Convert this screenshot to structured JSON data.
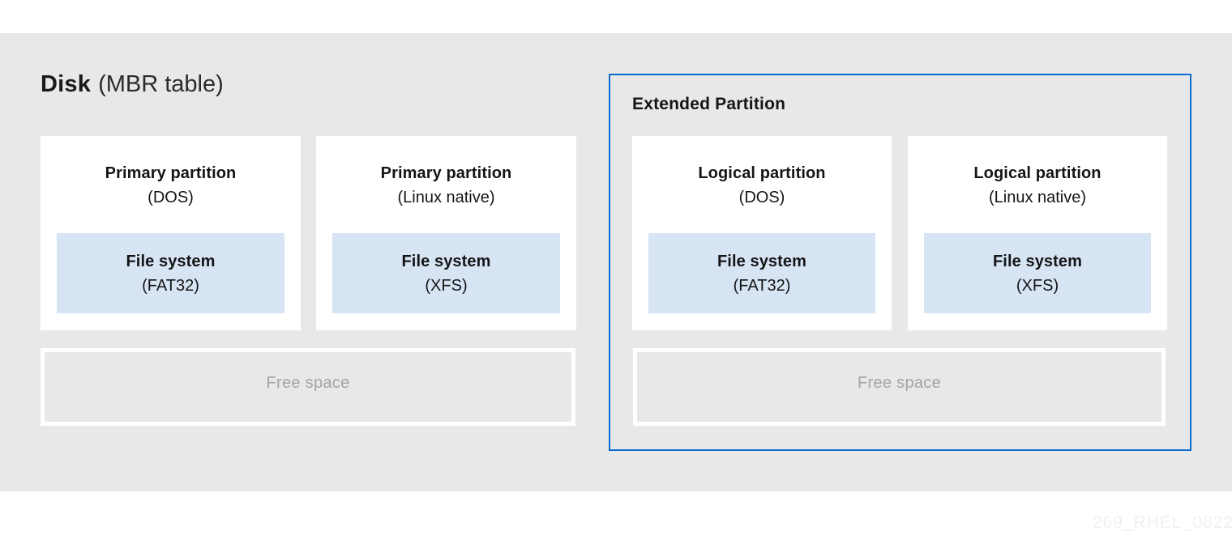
{
  "title": {
    "bold": "Disk",
    "rest": "(MBR table)"
  },
  "extended": {
    "label": "Extended Partition"
  },
  "partitions": [
    {
      "name": "Primary partition",
      "type": "(DOS)",
      "fs_label": "File system",
      "fs_type": "(FAT32)"
    },
    {
      "name": "Primary partition",
      "type": "(Linux native)",
      "fs_label": "File system",
      "fs_type": "(XFS)"
    },
    {
      "name": "Logical partition",
      "type": "(DOS)",
      "fs_label": "File system",
      "fs_type": "(FAT32)"
    },
    {
      "name": "Logical partition",
      "type": "(Linux native)",
      "fs_label": "File system",
      "fs_type": "(XFS)"
    }
  ],
  "free_space": {
    "left_label": "Free space",
    "right_label": "Free space"
  },
  "watermark": "269_RHEL_0822",
  "colors": {
    "background": "#e8e8e8",
    "card": "#ffffff",
    "filesystem": "#d6e4f4",
    "extended_border": "#0d6ccf",
    "text": "#151515",
    "muted": "#a4a4a4",
    "watermark": "#f0f0f0"
  }
}
